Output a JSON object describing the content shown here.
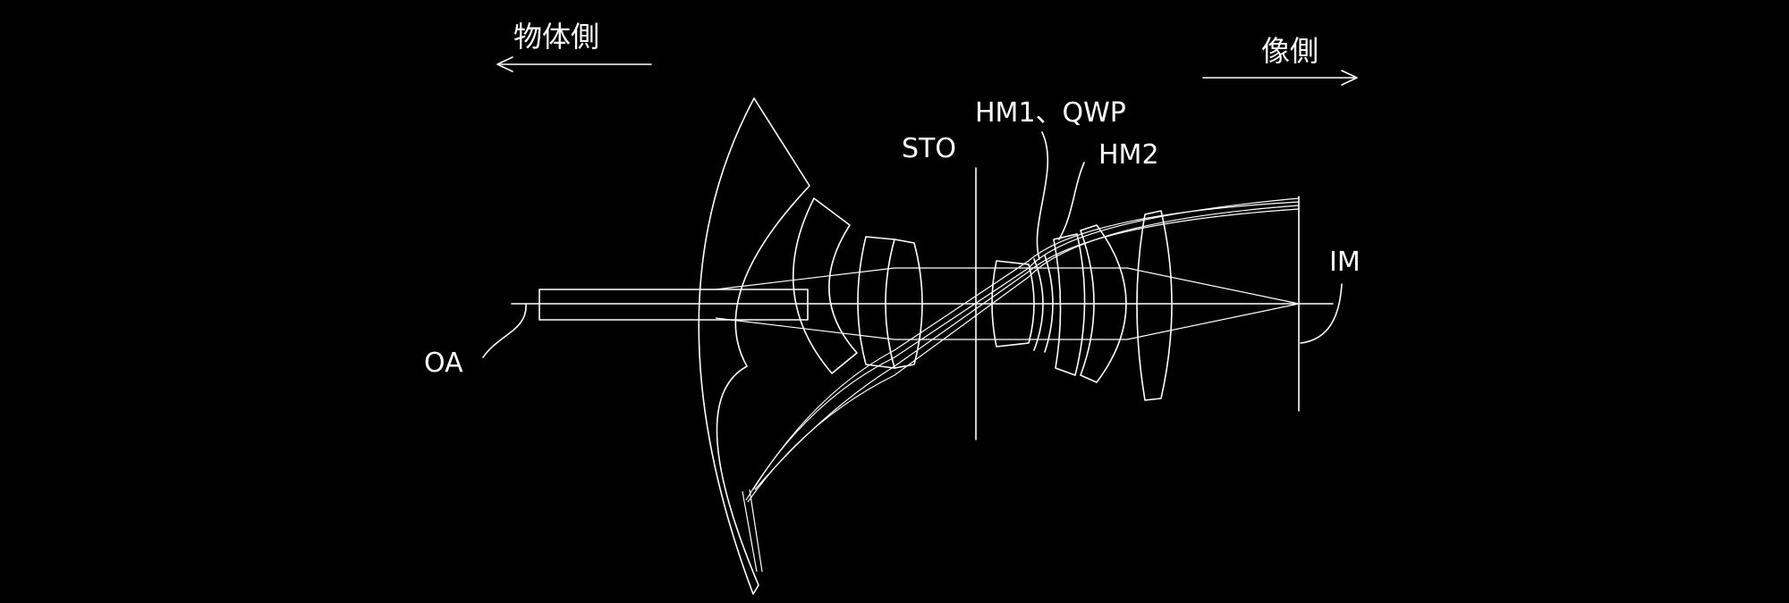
{
  "labels": {
    "object_side": "物体側",
    "image_side": "像側",
    "stop": "STO",
    "hm1_qwp": "HM1、QWP",
    "hm2": "HM2",
    "image_plane": "IM",
    "optical_axis": "OA"
  },
  "colors": {
    "background": "#000000",
    "line": "#ffffff"
  }
}
